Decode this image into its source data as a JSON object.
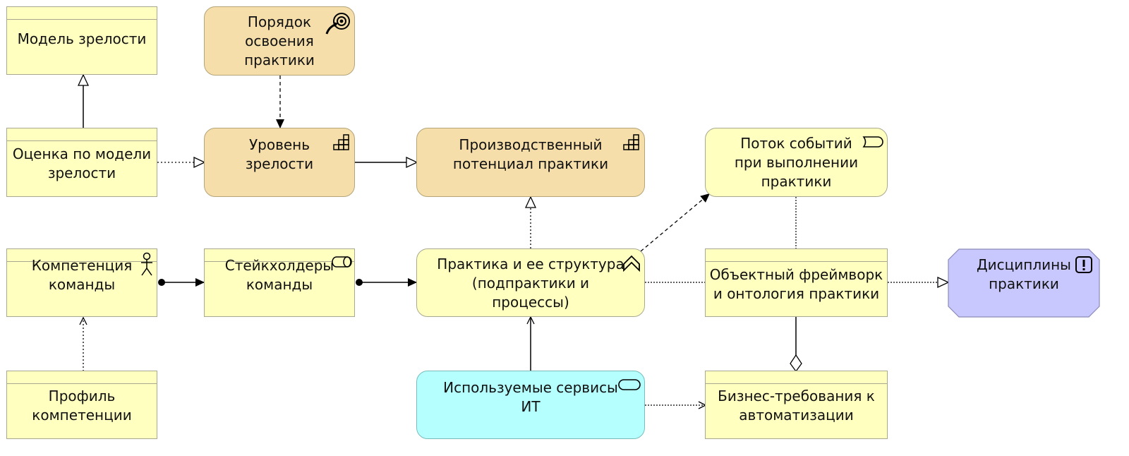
{
  "nodes": {
    "maturity_model": "Модель зрелости",
    "maturity_assessment": "Оценка по модели\nзрелости",
    "practice_mastery_order": "Порядок\nосвоения\nпрактики",
    "maturity_level": "Уровень\nзрелости",
    "production_potential": "Производственный\nпотенциал практики",
    "event_flow": "Поток событий\nпри выполнении\nпрактики",
    "team_competence": "Компетенция\nкоманды",
    "team_stakeholders": "Стейкхолдеры\nкоманды",
    "practice_structure": "Практика и ее структура\n(подпрактики и\nпроцессы)",
    "object_framework": "Объектный фреймворк\nи онтология практики",
    "practice_disciplines": "Дисциплины\nпрактики",
    "competence_profile": "Профиль\nкомпетенции",
    "it_services": "Используемые сервисы\nИТ",
    "automation_requirements": "Бизнес-требования к\nавтоматизации"
  },
  "colors": {
    "business_object": "#ffffc0",
    "motivation_tan": "#f5deaa",
    "technology_service": "#b5ffff",
    "principle_violet": "#c8c8ff"
  }
}
